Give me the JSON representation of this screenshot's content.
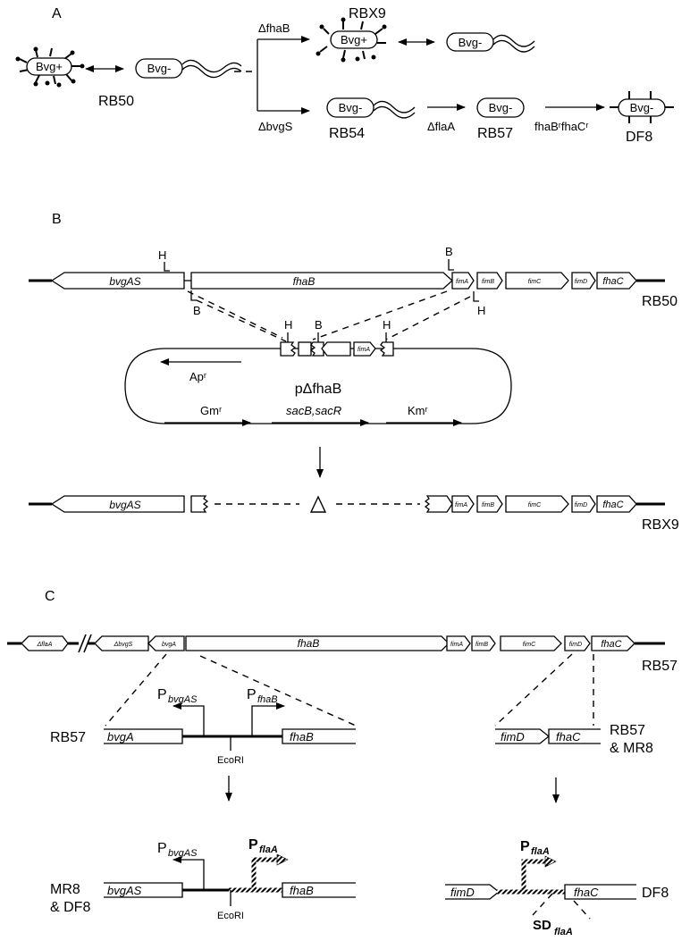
{
  "panels": {
    "a": "A",
    "b": "B",
    "c": "C"
  },
  "panel_a": {
    "bvg_plus": "Bvg+",
    "bvg_minus": "Bvg-",
    "strains": {
      "rb50": "RB50",
      "rbx9": "RBX9",
      "rb54": "RB54",
      "rb57": "RB57",
      "df8": "DF8"
    },
    "arrows": {
      "fhab": "ΔfhaB",
      "bvgs": "ΔbvgS",
      "flaa": "ΔflaA",
      "fhabr_fhacr": "fhaBʳfhaCʳ"
    }
  },
  "panel_b": {
    "genes": {
      "bvgas": "bvgAS",
      "fhab": "fhaB",
      "fima": "fimA",
      "fimb": "fimB",
      "fimc": "fimC",
      "fimd": "fimD",
      "fhac": "fhaC"
    },
    "sites": {
      "h": "H",
      "b": "B"
    },
    "plasmid": "pΔfhaB",
    "markers": {
      "apr": "Apʳ",
      "gmr": "Gmʳ",
      "sacb": "sacB,sacR",
      "kmr": "Kmʳ"
    },
    "strains": {
      "rb50": "RB50",
      "rbx9": "RBX9"
    },
    "delta": "Δ"
  },
  "panel_c": {
    "genes": {
      "flaa": "ΔflaA",
      "bvgs": "ΔbvgS",
      "bvga": "bvgA",
      "fhab": "fhaB",
      "fima": "fimA",
      "fimb": "fimB",
      "fimc": "fimC",
      "fimd": "fimD",
      "fhac": "fhaC",
      "bvgas": "bvgAS"
    },
    "promoters": {
      "p": "P",
      "bvgas_sub": "bvgAS",
      "fhab_sub": "fhaB",
      "flaa_sub": "flaA"
    },
    "sd": {
      "main": "SD",
      "sub": "flaA"
    },
    "ecori": "EcoRI",
    "strains": {
      "rb57": "RB57",
      "rb57_mr8_1": "RB57",
      "rb57_mr8_2": "& MR8",
      "mr8_df8_1": "MR8",
      "mr8_df8_2": "& DF8",
      "df8": "DF8"
    }
  }
}
